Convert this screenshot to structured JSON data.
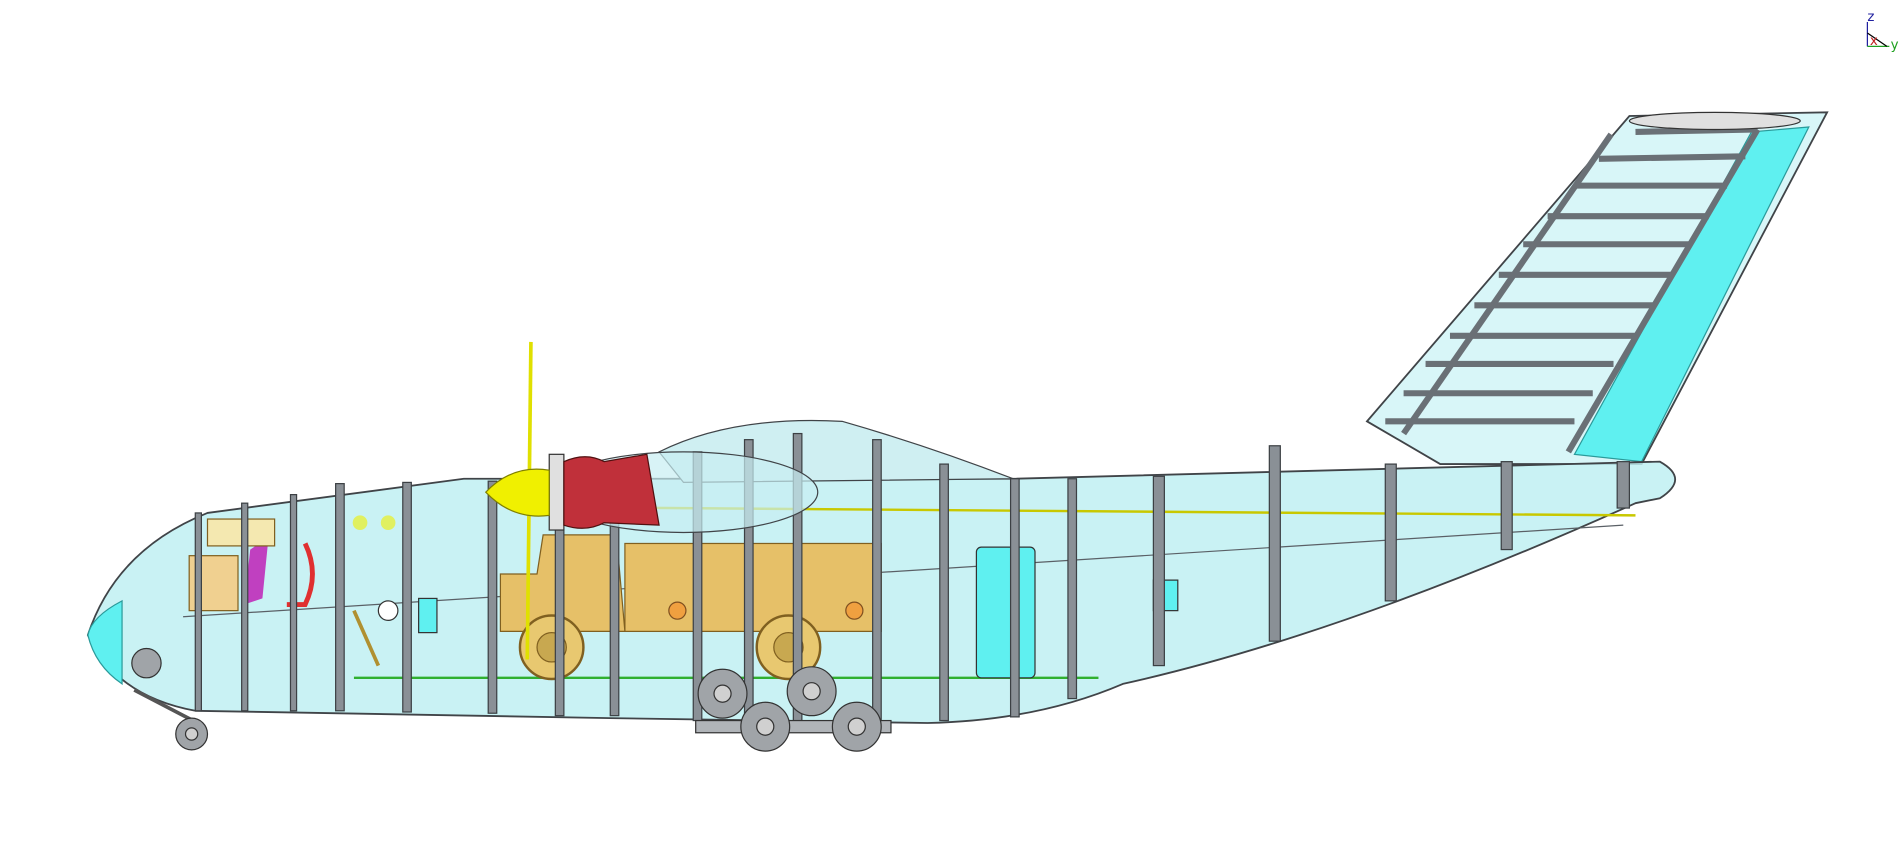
{
  "viewport": {
    "background": "#ffffff",
    "model": "transport-aircraft-side-view",
    "colors": {
      "fuselage_glass": "#bff0f2",
      "accent_cyan": "#5ff0f0",
      "frame_gray": "#8a9096",
      "cargo_vehicle": "#e6c068",
      "engine_red": "#c0303a",
      "propeller_yellow": "#f0f000",
      "wheel_gray": "#a0a4a8"
    }
  },
  "axis_triad": {
    "z_label": "z",
    "x_label": "x",
    "y_label": "y",
    "z_color": "#2020a0",
    "x_color": "#c02020",
    "y_color": "#20a020"
  }
}
